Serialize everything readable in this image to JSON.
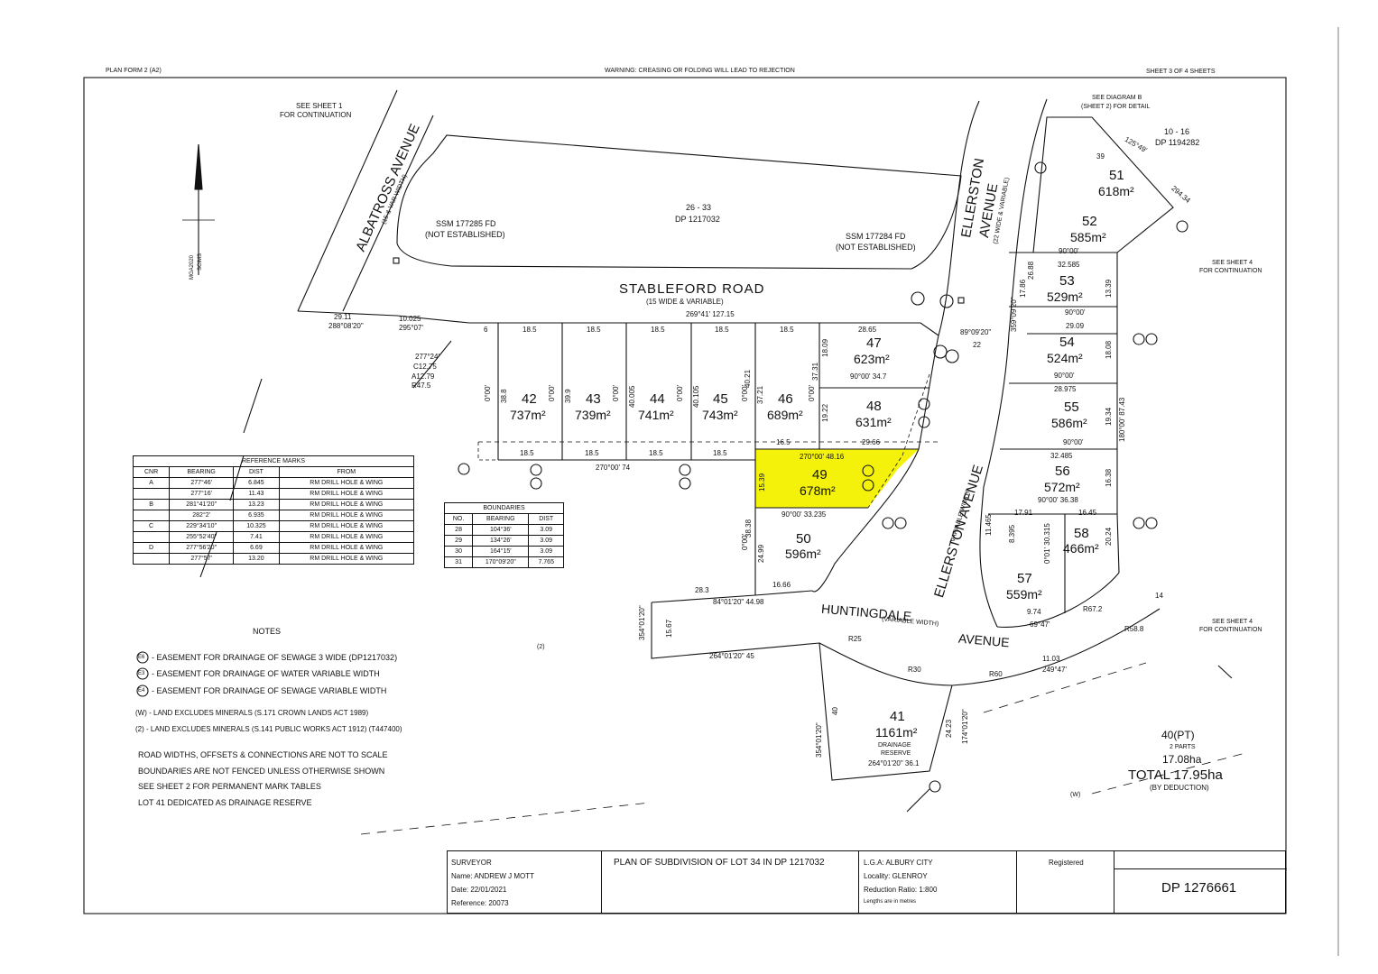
{
  "header": {
    "form": "PLAN FORM 2 (A2)",
    "warning": "WARNING: CREASING OR FOLDING WILL LEAD TO REJECTION",
    "sheet": "SHEET 3 OF 4 SHEETS"
  },
  "roads": {
    "albatross_name": "ALBATROSS AVENUE",
    "albatross_width": "(15 & VAR WIDTH)",
    "stableford_name": "STABLEFORD ROAD",
    "stableford_width": "(15 WIDE & VARIABLE)",
    "stableford_bearing": "269°41' 127.15",
    "ellerston_top_name": "ELLERSTON",
    "ellerston_top_name2": "AVENUE",
    "ellerston_top_width": "(22 WIDE & VARIABLE)",
    "ellerston_mid_name": "ELLERSTON AVENUE",
    "ellerston_mid_width": "(VARIABLE WIDTH)",
    "huntingdale_name": "HUNTINGDALE",
    "huntingdale_name2": "AVENUE",
    "huntingdale_width": "(VARIABLE WIDTH)"
  },
  "references": {
    "see_sheet1": "SEE SHEET 1",
    "for_continuation": "FOR CONTINUATION",
    "see_diagram_b": "SEE DIAGRAM B",
    "sheet2_detail": "(SHEET 2) FOR DETAIL",
    "lot_10_16": "10 - 16",
    "dp_1194282": "DP 1194282",
    "see_sheet4_a": "SEE SHEET 4",
    "for_cont_a": "FOR CONTINUATION",
    "see_sheet4_b": "SEE SHEET 4",
    "for_cont_b": "FOR CONTINUATION",
    "lot_26_33": "26 - 33",
    "dp_1217032": "DP 1217032",
    "ssm1": "SSM 177285 FD",
    "ssm1_note": "(NOT ESTABLISHED)",
    "ssm2": "SSM 177284 FD",
    "ssm2_note": "(NOT ESTABLISHED)",
    "mga": "MGA2020",
    "scims": "SCIMS",
    "two": "(2)",
    "w": "(W)"
  },
  "lots": [
    {
      "num": "42",
      "area": "737m²"
    },
    {
      "num": "43",
      "area": "739m²"
    },
    {
      "num": "44",
      "area": "741m²"
    },
    {
      "num": "45",
      "area": "743m²"
    },
    {
      "num": "46",
      "area": "689m²"
    },
    {
      "num": "47",
      "area": "623m²"
    },
    {
      "num": "48",
      "area": "631m²"
    },
    {
      "num": "49",
      "area": "678m²"
    },
    {
      "num": "50",
      "area": "596m²"
    },
    {
      "num": "51",
      "area": "618m²"
    },
    {
      "num": "52",
      "area": "585m²"
    },
    {
      "num": "53",
      "area": "529m²"
    },
    {
      "num": "54",
      "area": "524m²"
    },
    {
      "num": "55",
      "area": "586m²"
    },
    {
      "num": "56",
      "area": "572m²"
    },
    {
      "num": "57",
      "area": "559m²"
    },
    {
      "num": "58",
      "area": "466m²"
    },
    {
      "num": "41",
      "area": "1161m²",
      "note1": "DRAINAGE",
      "note2": "RESERVE"
    }
  ],
  "dims": {
    "top_18_5": "18.5",
    "six": "6",
    "d_28_65": "28.65",
    "d_29_11": "29.11",
    "d_288": "288°08'20\"",
    "d_10_025": "10.025",
    "d_295": "295°07'",
    "d_277": "277°24'",
    "d_c12": "C12.75",
    "d_a12": "A12.79",
    "d_r47": "R47.5",
    "d_16_5": "16.5",
    "d_29_66": "29.66",
    "d_270_74": "270°00'  74",
    "d_270_48": "270°00'  48.16",
    "d_90_34": "90°00'  34.7",
    "d_90_33": "90°00'  33.235",
    "d_22": "22",
    "d_89": "89°09'20\"",
    "d_28_3": "28.3",
    "d_16_66": "16.66",
    "d_84_44": "84°01'20\"  44.98",
    "d_264_45": "264°01'20\"  45",
    "d_r25": "R25",
    "d_r30": "R30",
    "d_r60": "R60",
    "d_r58": "R58.8",
    "d_11_03": "11.03",
    "d_249": "249°47'",
    "d_264_36": "264°01'20\"  36.1",
    "d_32_585": "32.585",
    "d_90": "90°00'",
    "d_29_09": "29.09",
    "d_28_975": "28.975",
    "d_32_485": "32.485",
    "d_90_36": "90°00'  36.38",
    "d_17_91": "17.91",
    "d_16_45": "16.45",
    "d_9_74": "9.74",
    "d_69": "69°47'",
    "d_r67": "R67.2",
    "d_14": "14",
    "d_125": "125°49'",
    "d_39": "39",
    "d_294": "294.34",
    "d_rot_1": "38.8",
    "d_rot_2": "39.9",
    "d_rot_3": "40.005",
    "d_rot_4": "40.105",
    "d_rot_5": "40.21",
    "d_rot_6": "37.21",
    "d_rot_7": "37.31",
    "d_rot_8": "19.22",
    "d_rot_9": "18.09",
    "d_rot_10": "15.39",
    "d_rot_11": "38.38",
    "d_rot_12": "24.99",
    "d_rot_13": "15.67",
    "d_rot_14": "40",
    "d_rot_15": "24.23",
    "d_rot_16": "359°09'20\"",
    "d_rot_17": "180°00'  87.43",
    "d_rot_18": "18.08",
    "d_rot_19": "13.39",
    "d_rot_20": "17.86",
    "d_rot_21": "26.88",
    "d_rot_22": "19.34",
    "d_rot_23": "16.38",
    "d_rot_24": "20.24",
    "d_rot_25": "8.395",
    "d_rot_26": "0°01'  30.315",
    "d_rot_27": "11.465",
    "d_rot_28": "354°01'20\"",
    "d_rot_29": "174°01'20\"",
    "d_rot_30": "0°00'"
  },
  "ref_marks": {
    "title": "REFERENCE MARKS",
    "headers": [
      "CNR",
      "BEARING",
      "DIST",
      "FROM"
    ],
    "rows": [
      [
        "A",
        "277°46'",
        "6.845",
        "RM DRILL HOLE & WING"
      ],
      [
        "",
        "277°16'",
        "11.43",
        "RM DRILL HOLE & WING"
      ],
      [
        "B",
        "281°41'20\"",
        "13.23",
        "RM DRILL HOLE & WING"
      ],
      [
        "",
        "282°2'",
        "6.935",
        "RM DRILL HOLE & WING"
      ],
      [
        "C",
        "229°34'10\"",
        "10.325",
        "RM DRILL HOLE & WING"
      ],
      [
        "",
        "255°52'40\"",
        "7.41",
        "RM DRILL HOLE & WING"
      ],
      [
        "D",
        "277°56'20\"",
        "6.69",
        "RM DRILL HOLE & WING"
      ],
      [
        "",
        "277°57'",
        "13.20",
        "RM DRILL HOLE & WING"
      ]
    ]
  },
  "boundaries": {
    "title": "BOUNDARIES",
    "headers": [
      "NO.",
      "BEARING",
      "DIST"
    ],
    "rows": [
      [
        "28",
        "104°36'",
        "3.09"
      ],
      [
        "29",
        "134°26'",
        "3.09"
      ],
      [
        "30",
        "164°15'",
        "3.09"
      ],
      [
        "31",
        "170°09'20\"",
        "7.765"
      ]
    ]
  },
  "notes": {
    "title": "NOTES",
    "e6": "E6",
    "e3": "E3",
    "e4": "E4",
    "e6_text": "- EASEMENT FOR DRAINAGE OF SEWAGE 3 WIDE (DP1217032)",
    "e3_text": "- EASEMENT FOR DRAINAGE OF WATER VARIABLE WIDTH",
    "e4_text": "- EASEMENT FOR DRAINAGE OF SEWAGE VARIABLE WIDTH",
    "w_text": "(W)  - LAND EXCLUDES MINERALS (S.171 CROWN LANDS ACT 1989)",
    "two_text": "(2)  - LAND EXCLUDES MINERALS (S.141 PUBLIC WORKS ACT 1912) (T447400)",
    "line1": "ROAD WIDTHS, OFFSETS & CONNECTIONS ARE NOT TO SCALE",
    "line2": "BOUNDARIES ARE NOT FENCED UNLESS OTHERWISE SHOWN",
    "line3": "SEE SHEET 2 FOR PERMANENT MARK TABLES",
    "line4": "LOT 41 DEDICATED AS DRAINAGE RESERVE"
  },
  "totals": {
    "lot40": "40(PT)",
    "parts": "2 PARTS",
    "ha": "17.08ha",
    "total": "TOTAL 17.95ha",
    "deduction": "(BY DEDUCTION)"
  },
  "title_block": {
    "surveyor": "SURVEYOR",
    "name": "Name: ANDREW J MOTT",
    "date": "Date: 22/01/2021",
    "reference": "Reference: 20073",
    "plan": "PLAN OF SUBDIVISION OF LOT 34 IN DP 1217032",
    "lga": "L.G.A:  ALBURY CITY",
    "locality": "Locality:  GLENROY",
    "ratio": "Reduction Ratio:  1:800",
    "lengths": "Lengths are in metres",
    "registered": "Registered",
    "dp": "DP 1276661"
  },
  "colors": {
    "highlight": "#f4f20a",
    "ink": "#111111"
  }
}
